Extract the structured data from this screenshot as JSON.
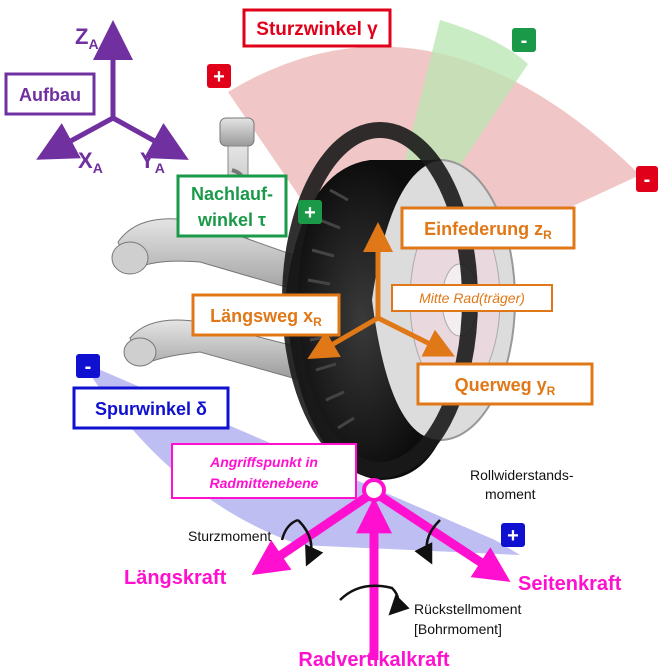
{
  "labels": {
    "sturzwinkel": "Sturzwinkel γ",
    "aufbau": "Aufbau",
    "axis_z": "Z",
    "axis_x": "X",
    "axis_y": "Y",
    "axis_sub": "A",
    "nachlauf_line1": "Nachlauf-",
    "nachlauf_line2": "winkel τ",
    "einfederung": "Einfederung z",
    "einfederung_sub": "R",
    "mitte_rad": "Mitte Rad(träger)",
    "laengsweg": "Längsweg x",
    "laengsweg_sub": "R",
    "querweg": "Querweg y",
    "querweg_sub": "R",
    "spurwinkel": "Spurwinkel δ",
    "angriffspunkt_line1": "Angriffspunkt in",
    "angriffspunkt_line2": "Radmittenebene",
    "rollwiderstand_line1": "Rollwiderstands-",
    "rollwiderstand_line2": "moment",
    "sturzmoment": "Sturzmoment",
    "laengskraft": "Längskraft",
    "seitenkraft": "Seitenkraft",
    "rueckstell_line1": "Rückstellmoment",
    "rueckstell_line2": "[Bohrmoment]",
    "radvertikalkraft": "Radvertikalkraft"
  },
  "signs": {
    "plus": "+",
    "minus": "-"
  },
  "colors": {
    "red": "#e0001a",
    "green": "#1a9a48",
    "blue": "#1010d0",
    "orange": "#e07818",
    "purple": "#7030a0",
    "magenta": "#ff10d0"
  }
}
